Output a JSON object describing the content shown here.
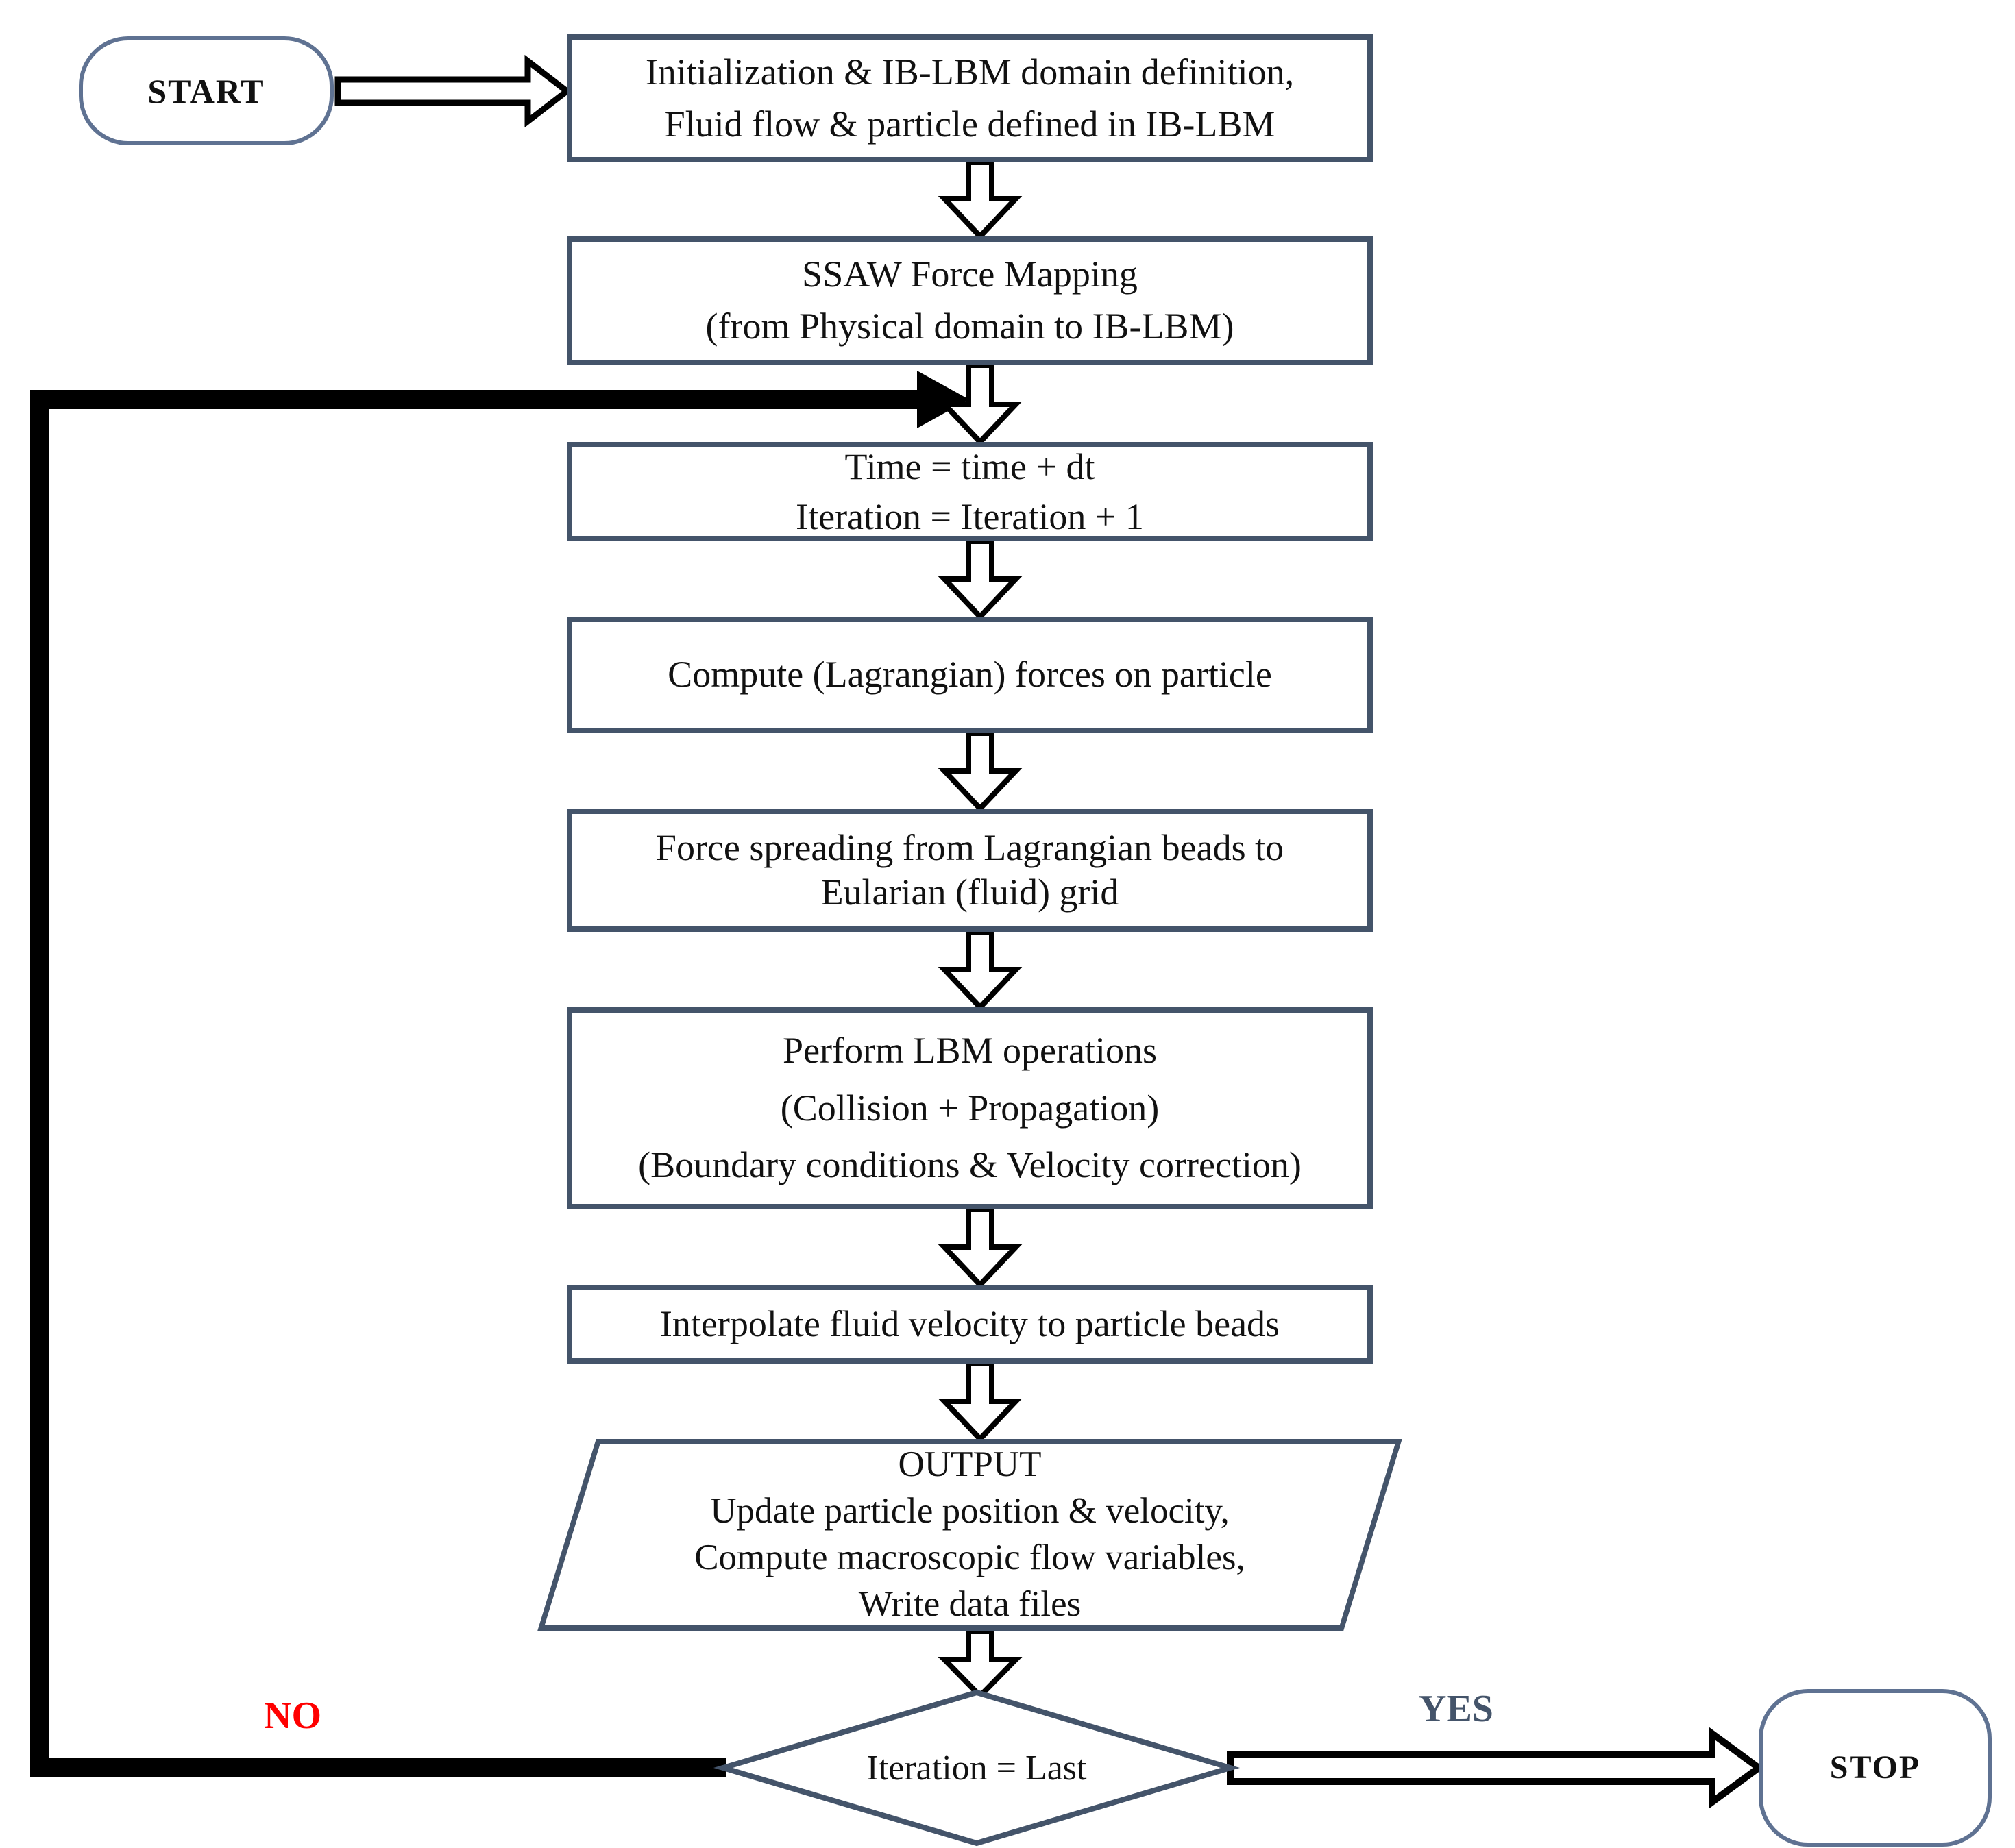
{
  "nodes": {
    "start": {
      "label": "START"
    },
    "init": {
      "lines": [
        "Initialization & IB-LBM domain definition,",
        "Fluid flow & particle defined in IB-LBM"
      ]
    },
    "ssaw": {
      "lines": [
        "SSAW Force Mapping",
        "(from Physical domain to IB-LBM)"
      ]
    },
    "time_update": {
      "lines": [
        "Time = time + dt",
        "Iteration = Iteration + 1"
      ]
    },
    "compute_forces": {
      "lines": [
        "Compute (Lagrangian) forces on particle"
      ]
    },
    "force_spreading": {
      "lines": [
        "Force spreading from Lagrangian beads to",
        "Eularian (fluid) grid"
      ]
    },
    "lbm_operations": {
      "lines": [
        "Perform LBM operations",
        "(Collision + Propagation)",
        "(Boundary conditions & Velocity correction)"
      ]
    },
    "interpolate": {
      "lines": [
        "Interpolate fluid velocity to particle beads"
      ]
    },
    "output": {
      "lines": [
        "OUTPUT",
        "Update particle position & velocity,",
        "Compute macroscopic flow variables,",
        "Write data files"
      ]
    },
    "decision": {
      "label": "Iteration = Last"
    },
    "stop": {
      "label": "STOP"
    }
  },
  "edge_labels": {
    "no": "NO",
    "yes": "YES"
  },
  "colors": {
    "shape_border": "#44546a",
    "terminal_border": "#5f7292",
    "no_label": "#ff0000",
    "yes_label": "#44546a",
    "arrow": "#000000",
    "text": "#111111",
    "background": "#ffffff"
  }
}
